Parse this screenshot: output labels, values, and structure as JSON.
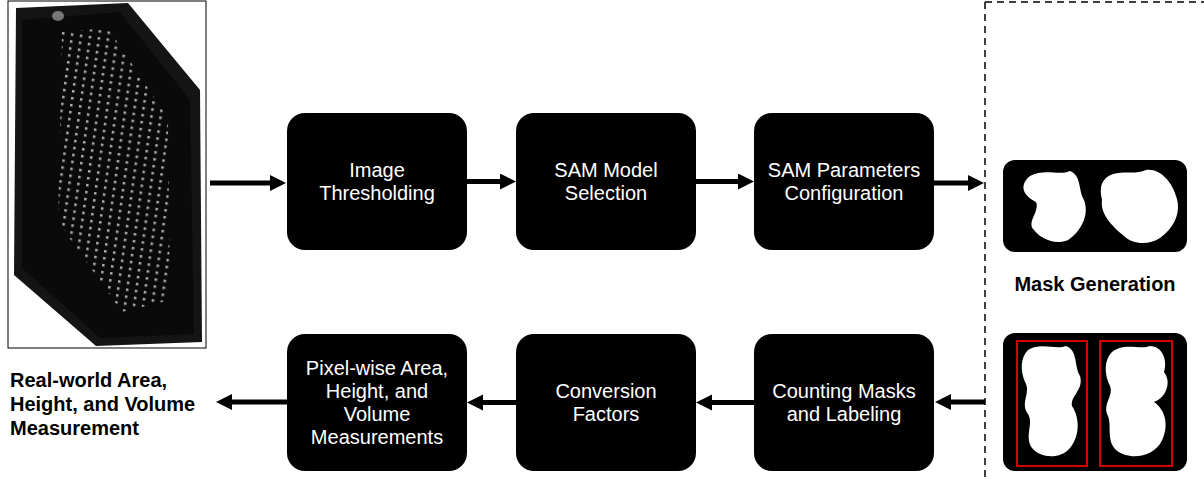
{
  "diagram": {
    "nodes": [
      {
        "text": [
          "Image Thresholding"
        ]
      },
      {
        "text": [
          "SAM Model Selection"
        ]
      },
      {
        "text": [
          "SAM Parameters Configuration"
        ]
      },
      {
        "text": [
          "Pixel-wise Area, Height, and Volume Measurements"
        ]
      },
      {
        "text": [
          "Conversion Factors"
        ]
      },
      {
        "text": [
          "Counting Masks and Labeling"
        ]
      }
    ],
    "edges": [
      {
        "from": 0,
        "to": 1,
        "arrow": "to"
      },
      {
        "from": 1,
        "to": 2,
        "arrow": "to"
      },
      {
        "from": 5,
        "to": 4,
        "arrow": "to"
      },
      {
        "from": 4,
        "to": 3,
        "arrow": "to"
      }
    ],
    "labels": [
      "Mask Generation",
      "Real-world Area, Height, and Volume Measurement"
    ]
  }
}
